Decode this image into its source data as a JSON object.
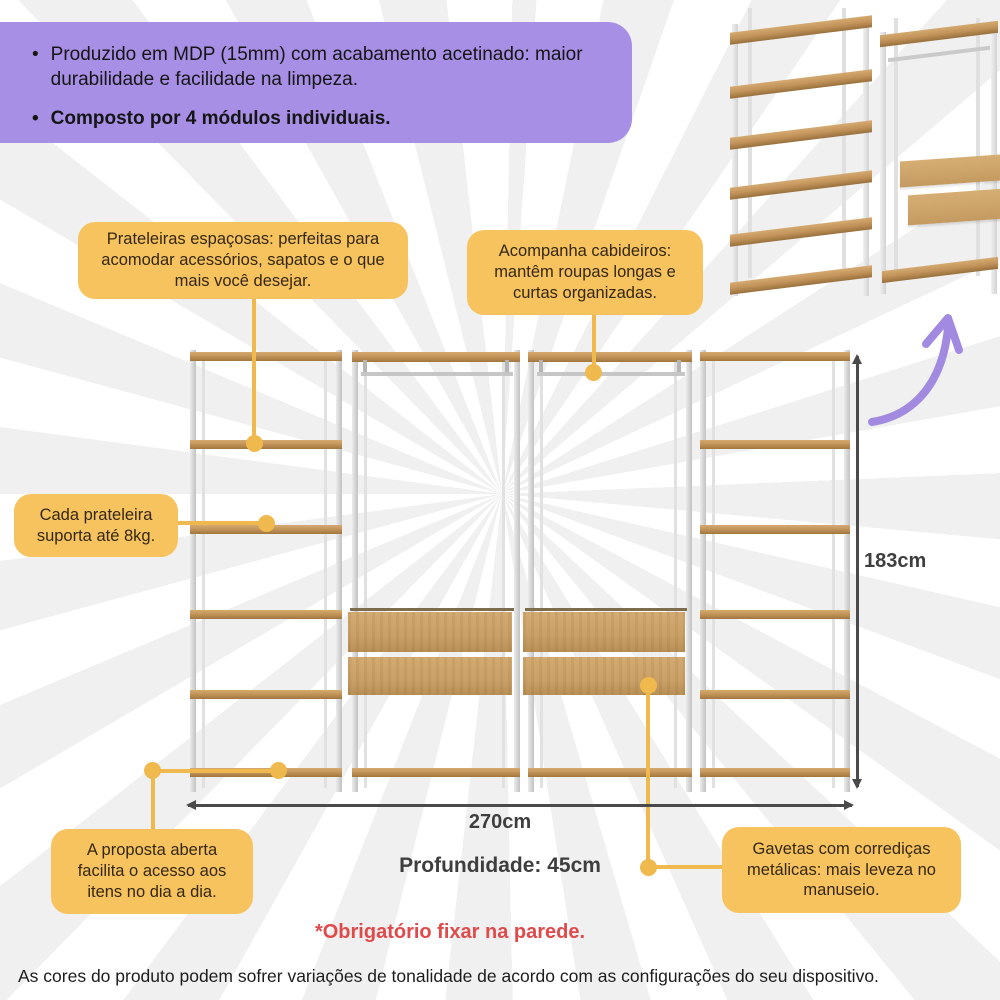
{
  "info_box": {
    "bullet_glyph": "•",
    "items": [
      {
        "text": "Produzido em MDP (15mm) com acabamento acetinado: maior durabilidade e facilidade na limpeza."
      },
      {
        "text": "Composto por 4 módulos individuais."
      }
    ]
  },
  "callouts": {
    "shelves": {
      "text": "Prateleiras espaçosas: perfeitas para acomodar acessórios, sapatos e o que mais você desejar."
    },
    "hangers": {
      "text": "Acompanha cabideiros: mantêm roupas longas e curtas organizadas."
    },
    "shelf_capacity": {
      "text": "Cada prateleira suporta até 8kg."
    },
    "open_concept": {
      "text": "A proposta aberta facilita o acesso aos itens no dia a dia."
    },
    "drawers": {
      "text": "Gavetas com corrediças metálicas: mais leveza no manuseio."
    }
  },
  "dimensions": {
    "height_label": "183cm",
    "width_label": "270cm",
    "depth_label": "Profundidade: 45cm"
  },
  "warning_note": "*Obrigatório fixar na parede.",
  "footer_disclaimer": "As cores do produto podem sofrer variações de tonalidade de acordo com as configurações do seu dispositivo.",
  "colors": {
    "highlight_purple": "#a78fe5",
    "callout_yellow": "#f6c35f",
    "connector_yellow": "#efb94d",
    "warning_red": "#e04a4a",
    "wood": "#c4955a",
    "frame_gray": "#d4d4d4",
    "dimension_gray": "#4a4a4a"
  }
}
